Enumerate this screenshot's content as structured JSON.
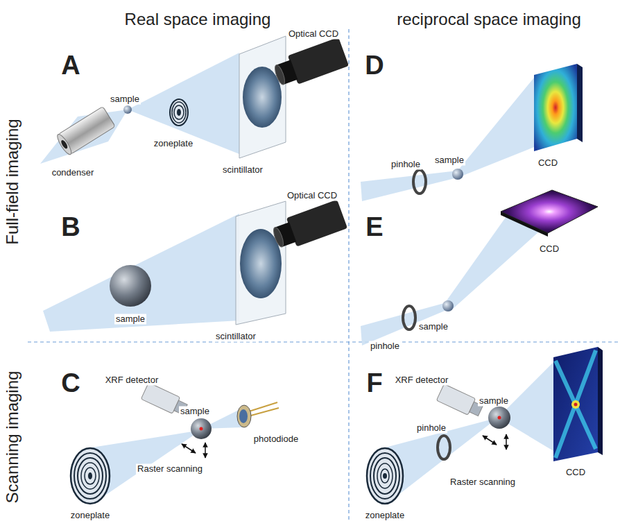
{
  "diagram": {
    "labels": [
      "Real space imaging",
      "reciprocal space imaging",
      "Full-field imaging",
      "Scanning imaging",
      "A",
      "sample",
      "zoneplate",
      "scintillator",
      "Optical CCD",
      "condenser",
      "D",
      "pinhole",
      "sample",
      "CCD",
      "B",
      "Optical CCD",
      "sample",
      "scintillator",
      "E",
      "CCD",
      "pinhole",
      "sample",
      "C",
      "XRF detector",
      "sample",
      "photodiode",
      "Raster scanning",
      "zoneplate",
      "F",
      "XRF detector",
      "sample",
      "pinhole",
      "Raster scanning",
      "zoneplate",
      "CCD"
    ]
  }
}
